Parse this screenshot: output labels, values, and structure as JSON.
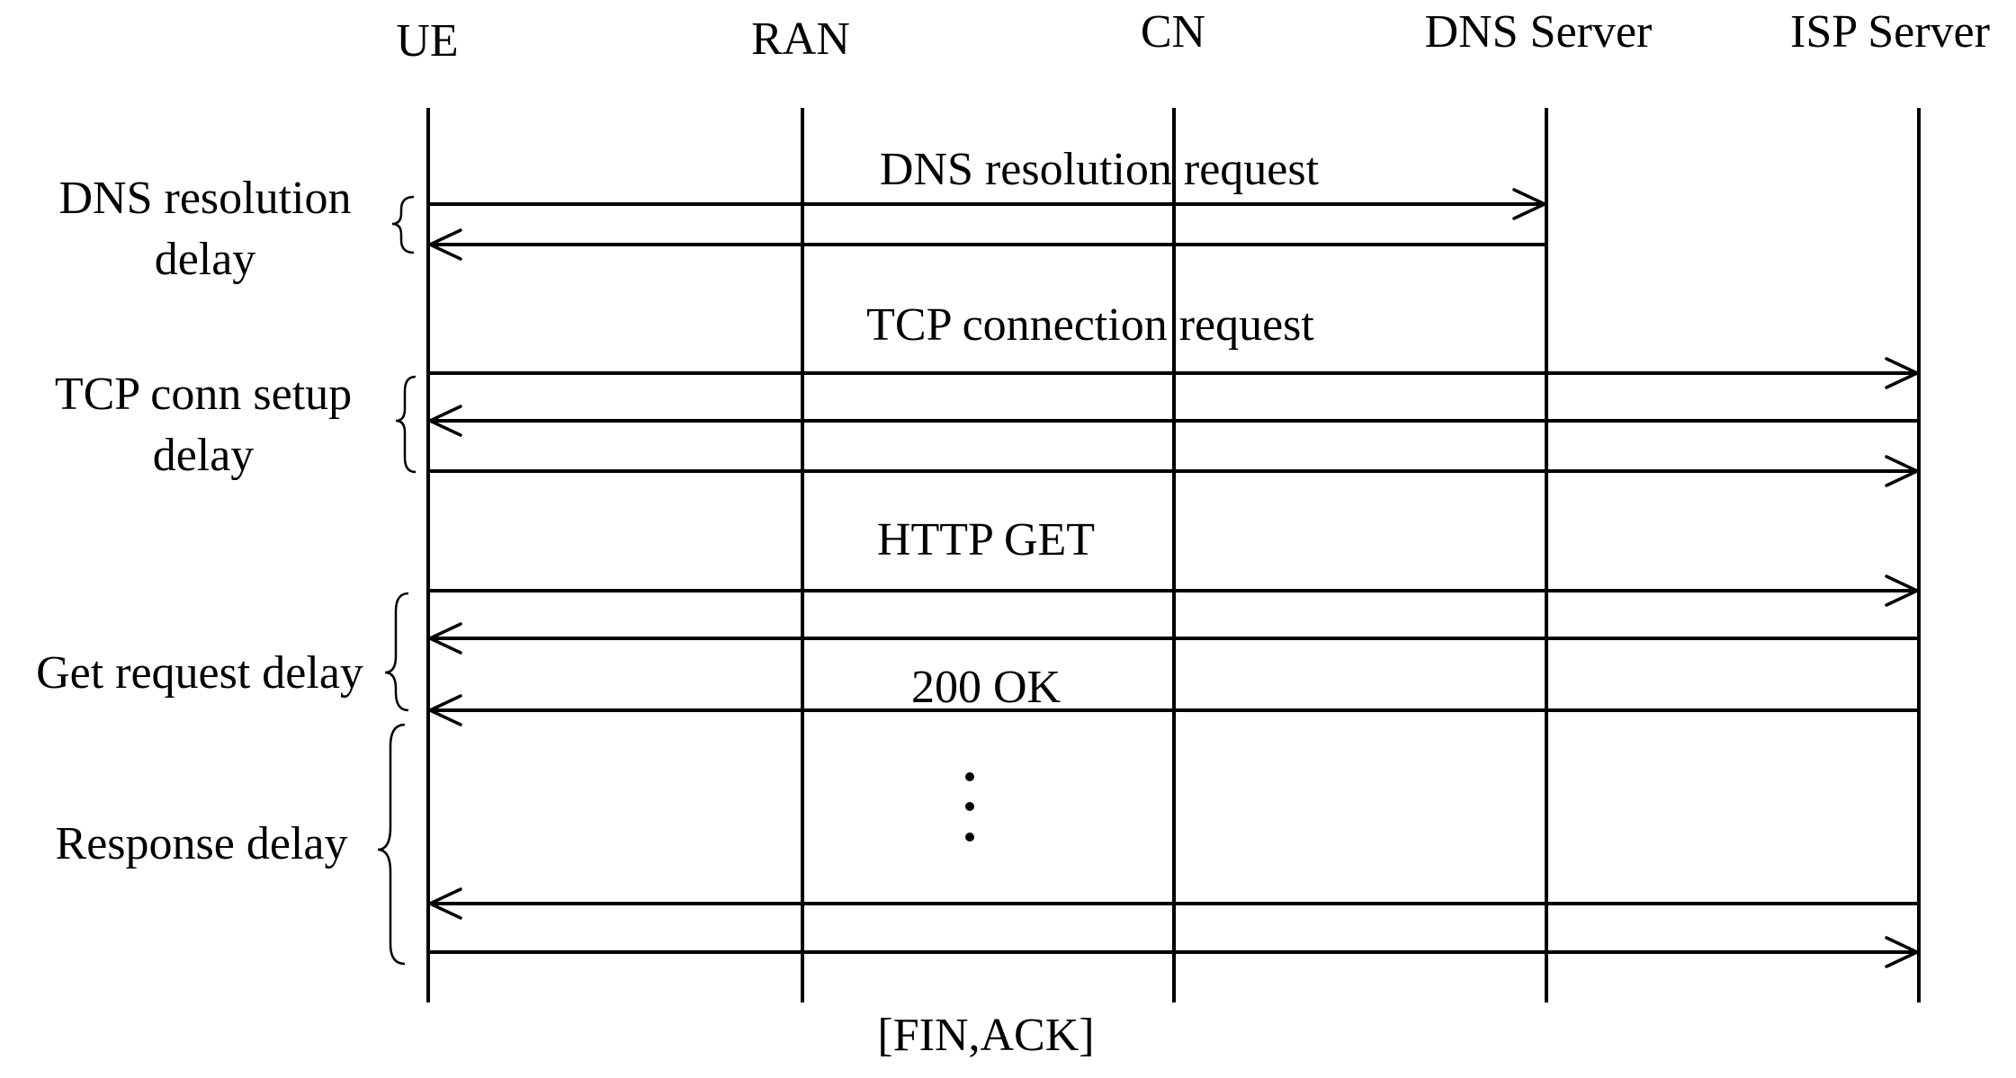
{
  "participants": [
    {
      "id": "ue",
      "label": "UE"
    },
    {
      "id": "ran",
      "label": "RAN"
    },
    {
      "id": "cn",
      "label": "CN"
    },
    {
      "id": "dns",
      "label": "DNS Server"
    },
    {
      "id": "isp",
      "label": "ISP Server"
    }
  ],
  "messages": {
    "dns_request": "DNS resolution request",
    "tcp_request": "TCP connection request",
    "http_get": "HTTP GET",
    "ok_200": "200 OK",
    "fin_ack": "[FIN,ACK]"
  },
  "delays": {
    "dns_line1": "DNS resolution",
    "dns_line2": "delay",
    "tcp_line1": "TCP conn setup",
    "tcp_line2": "delay",
    "get": "Get request delay",
    "response": "Response delay"
  }
}
